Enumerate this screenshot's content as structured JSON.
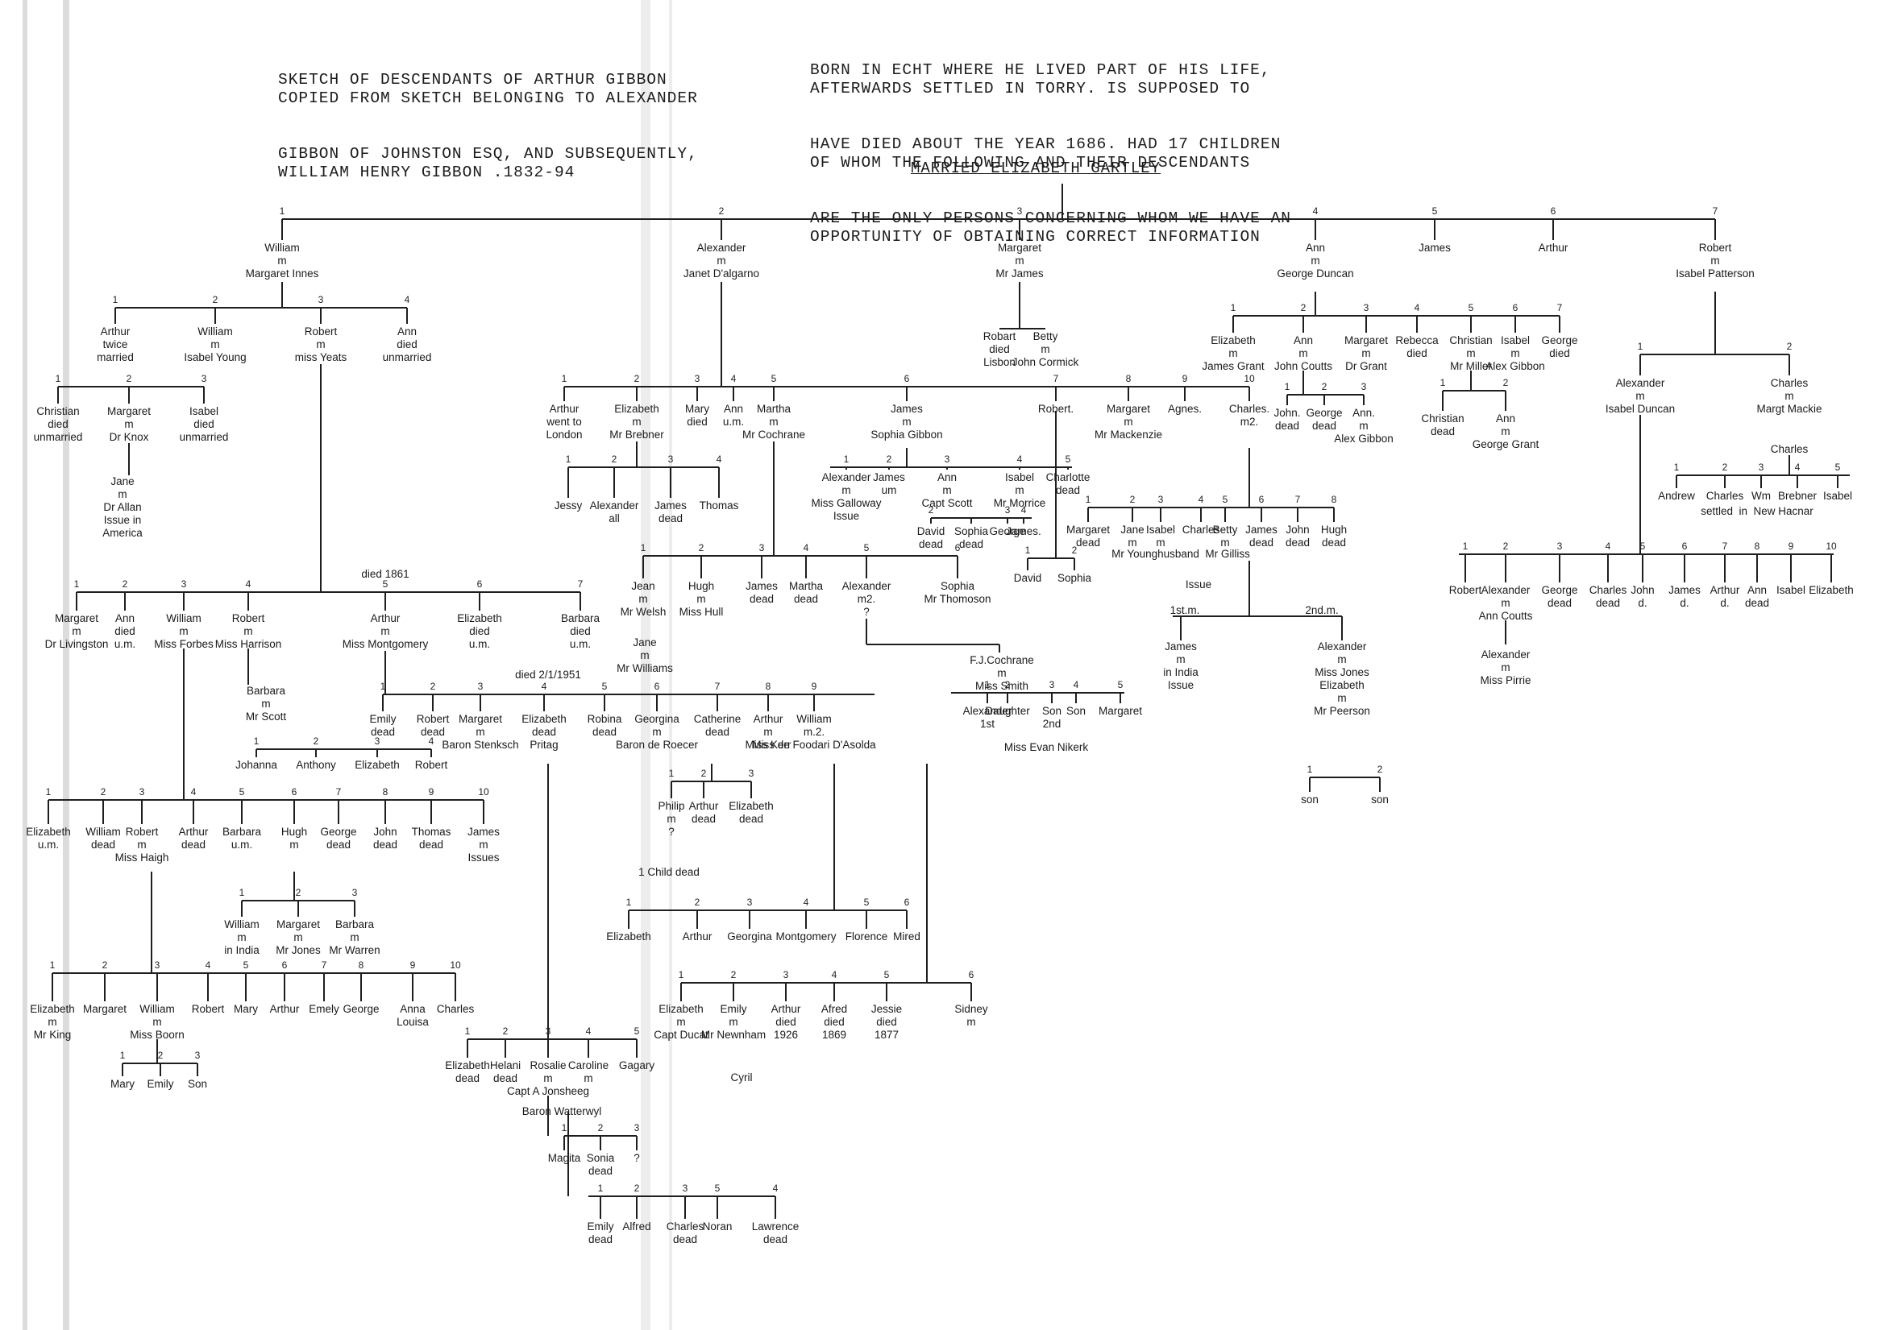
{
  "header": {
    "left_lines": [
      "SKETCH OF DESCENDANTS OF ARTHUR GIBBON",
      "COPIED FROM SKETCH BELONGING TO ALEXANDER",
      "GIBBON OF JOHNSTON ESQ, AND SUBSEQUENTLY,",
      "WILLIAM HENRY GIBBON .1832-94"
    ],
    "right_lines": [
      "BORN IN ECHT WHERE HE LIVED PART OF HIS LIFE,",
      "AFTERWARDS SETTLED IN TORRY. IS SUPPOSED TO",
      "HAVE DIED ABOUT THE YEAR 1686. HAD 17 CHILDREN",
      "OF WHOM THE FOLLOWING AND THEIR DESCENDANTS",
      "ARE THE ONLY PERSONS CONCERNING WHOM WE HAVE AN",
      "OPPORTUNITY OF OBTAINING CORRECT INFORMATION"
    ],
    "married": "MARRIED ELIZABETH GARTLEY"
  },
  "root_children": [
    {
      "num": "1",
      "lines": [
        "William",
        "m",
        "Margaret Innes"
      ]
    },
    {
      "num": "2",
      "lines": [
        "Alexander",
        "m",
        "Janet D'algarno"
      ]
    },
    {
      "num": "3",
      "lines": [
        "Margaret",
        "m",
        "Mr James"
      ]
    },
    {
      "num": "4",
      "lines": [
        "Ann",
        "m",
        "George Duncan"
      ]
    },
    {
      "num": "5",
      "lines": [
        "James"
      ]
    },
    {
      "num": "6",
      "lines": [
        "Arthur"
      ]
    },
    {
      "num": "7",
      "lines": [
        "Robert",
        "m",
        "Isabel Patterson"
      ]
    }
  ],
  "william_children": [
    {
      "num": "1",
      "lines": [
        "Arthur",
        "twice",
        "married"
      ]
    },
    {
      "num": "2",
      "lines": [
        "William",
        "m",
        "Isabel Young"
      ]
    },
    {
      "num": "3",
      "lines": [
        "Robert",
        "m",
        "miss Yeats"
      ]
    },
    {
      "num": "4",
      "lines": [
        "Ann",
        "died",
        "unmarried"
      ]
    }
  ],
  "arthur_children": [
    {
      "num": "1",
      "lines": [
        "Christian",
        "died",
        "unmarried"
      ]
    },
    {
      "num": "2",
      "lines": [
        "Margaret",
        "m",
        "Dr Knox"
      ]
    },
    {
      "num": "3",
      "lines": [
        "Isabel",
        "died",
        "unmarried"
      ]
    }
  ],
  "knox_line": [
    "Jane",
    "m",
    "Dr Allan",
    "Issue in",
    "America"
  ],
  "robert_children": [
    {
      "num": "1",
      "lines": [
        "Margaret",
        "m",
        "Dr Livingston"
      ]
    },
    {
      "num": "2",
      "lines": [
        "Ann",
        "died",
        "u.m."
      ]
    },
    {
      "num": "3",
      "lines": [
        "William",
        "m",
        "Miss Forbes"
      ]
    },
    {
      "num": "4",
      "lines": [
        "Robert",
        "m",
        "Miss Harrison"
      ]
    },
    {
      "num": "5",
      "lines": [
        "Arthur",
        "m",
        "Miss Montgomery"
      ]
    },
    {
      "num": "6",
      "lines": [
        "Elizabeth",
        "died",
        "u.m."
      ]
    },
    {
      "num": "7",
      "lines": [
        "Barbara",
        "died",
        "u.m."
      ]
    }
  ],
  "arthur_died": "died 1861",
  "harrison_line": [
    "Barbara",
    "m",
    "Mr Scott"
  ],
  "scott_children": [
    {
      "num": "1",
      "lines": [
        "Johanna"
      ]
    },
    {
      "num": "2",
      "lines": [
        "Anthony"
      ]
    },
    {
      "num": "3",
      "lines": [
        "Elizabeth"
      ]
    },
    {
      "num": "4",
      "lines": [
        "Robert"
      ]
    }
  ],
  "forbes_children": [
    {
      "num": "1",
      "lines": [
        "Elizabeth",
        "u.m."
      ]
    },
    {
      "num": "2",
      "lines": [
        "William",
        "dead"
      ]
    },
    {
      "num": "3",
      "lines": [
        "Robert",
        "m",
        "Miss Haigh"
      ]
    },
    {
      "num": "4",
      "lines": [
        "Arthur",
        "dead"
      ]
    },
    {
      "num": "5",
      "lines": [
        "Barbara",
        "u.m."
      ]
    },
    {
      "num": "6",
      "lines": [
        "Hugh",
        "m"
      ]
    },
    {
      "num": "7",
      "lines": [
        "George",
        "dead"
      ]
    },
    {
      "num": "8",
      "lines": [
        "John",
        "dead"
      ]
    },
    {
      "num": "9",
      "lines": [
        "Thomas",
        "dead"
      ]
    },
    {
      "num": "10",
      "lines": [
        "James",
        "m",
        "",
        "Issues"
      ]
    }
  ],
  "hugh_children": [
    {
      "num": "1",
      "lines": [
        "William",
        "m",
        "in India"
      ]
    },
    {
      "num": "2",
      "lines": [
        "Margaret",
        "m",
        "Mr Jones"
      ]
    },
    {
      "num": "3",
      "lines": [
        "Barbara",
        "m",
        "Mr Warren"
      ]
    }
  ],
  "haigh_children": [
    {
      "num": "1",
      "lines": [
        "Elizabeth",
        "m",
        "Mr King"
      ]
    },
    {
      "num": "2",
      "lines": [
        "Margaret"
      ]
    },
    {
      "num": "3",
      "lines": [
        "William",
        "m",
        "Miss Boorn"
      ]
    },
    {
      "num": "4",
      "lines": [
        "Robert"
      ]
    },
    {
      "num": "5",
      "lines": [
        "Mary"
      ]
    },
    {
      "num": "6",
      "lines": [
        "Arthur"
      ]
    },
    {
      "num": "7",
      "lines": [
        "Emely"
      ]
    },
    {
      "num": "8",
      "lines": [
        "George"
      ]
    },
    {
      "num": "9",
      "lines": [
        "Anna",
        "Louisa"
      ]
    },
    {
      "num": "10",
      "lines": [
        "Charles"
      ]
    }
  ],
  "boorn_children": [
    {
      "num": "1",
      "lines": [
        "Mary"
      ]
    },
    {
      "num": "2",
      "lines": [
        "Emily"
      ]
    },
    {
      "num": "3",
      "lines": [
        "Son"
      ]
    }
  ],
  "montgomery_children": [
    {
      "num": "1",
      "lines": [
        "Emily",
        "dead"
      ]
    },
    {
      "num": "2",
      "lines": [
        "Robert",
        "dead"
      ]
    },
    {
      "num": "3",
      "lines": [
        "Margaret",
        "m",
        "Baron Stenksch"
      ]
    },
    {
      "num": "4",
      "lines": [
        "Elizabeth",
        "dead",
        "Pritag"
      ]
    },
    {
      "num": "5",
      "lines": [
        "Robina",
        "dead"
      ]
    },
    {
      "num": "6",
      "lines": [
        "Georgina",
        "m",
        "Baron de Roecer"
      ]
    },
    {
      "num": "7",
      "lines": [
        "Catherine",
        "dead"
      ]
    },
    {
      "num": "8",
      "lines": [
        "Arthur",
        "m",
        "Miss Kerr"
      ]
    },
    {
      "num": "9",
      "lines": [
        "William",
        "m.2.",
        "Miss de Foodari D'Asolda"
      ]
    }
  ],
  "montgomery_died": "died 2/1/1951",
  "evan_label": "Miss Evan Nikerk",
  "roecer_children": [
    {
      "num": "1",
      "lines": [
        "Philip",
        "m",
        "?"
      ]
    },
    {
      "num": "2",
      "lines": [
        "Arthur",
        "dead"
      ]
    },
    {
      "num": "3",
      "lines": [
        "Elizabeth",
        "dead"
      ]
    }
  ],
  "one_child_dead": "1 Child dead",
  "kerr_children": [
    {
      "num": "1",
      "lines": [
        "Elizabeth"
      ]
    },
    {
      "num": "2",
      "lines": [
        "Arthur"
      ]
    },
    {
      "num": "3",
      "lines": [
        "Georgina"
      ]
    },
    {
      "num": "4",
      "lines": [
        "Montgomery"
      ]
    },
    {
      "num": "5",
      "lines": [
        "Florence"
      ]
    },
    {
      "num": "6",
      "lines": [
        "Mired"
      ]
    }
  ],
  "dasolda_children": [
    {
      "num": "1",
      "lines": [
        "Elizabeth",
        "m",
        "Capt Ducat"
      ]
    },
    {
      "num": "2",
      "lines": [
        "Emily",
        "m",
        "Mr Newnham"
      ]
    },
    {
      "num": "3",
      "lines": [
        "Arthur",
        "died",
        "1926"
      ]
    },
    {
      "num": "4",
      "lines": [
        "Afred",
        "died",
        "1869"
      ]
    },
    {
      "num": "5",
      "lines": [
        "Jessie",
        "died",
        "1877"
      ]
    },
    {
      "num": "6",
      "lines": [
        "Sidney",
        "m"
      ]
    }
  ],
  "cyril_label": "Cyril",
  "stenksch_children": [
    {
      "num": "1",
      "lines": [
        "Elizabeth",
        "dead"
      ]
    },
    {
      "num": "2",
      "lines": [
        "Helani",
        "dead"
      ]
    },
    {
      "num": "3",
      "lines": [
        "Rosalie",
        "m",
        "Capt A Jonsheeg"
      ]
    },
    {
      "num": "4",
      "lines": [
        "Caroline",
        "m"
      ]
    },
    {
      "num": "5",
      "lines": [
        "Gagary"
      ]
    }
  ],
  "watterwyl_label": "Baron Watterwyl",
  "jonsheeg_children": [
    {
      "num": "1",
      "lines": [
        "Magita"
      ]
    },
    {
      "num": "2",
      "lines": [
        "Sonia",
        "dead"
      ]
    },
    {
      "num": "3",
      "lines": [
        "?"
      ]
    }
  ],
  "watterwyl_children": [
    {
      "num": "1",
      "lines": [
        "Emily",
        "dead"
      ]
    },
    {
      "num": "2",
      "lines": [
        "Alfred"
      ]
    },
    {
      "num": "3",
      "lines": [
        "Charles",
        "dead"
      ]
    },
    {
      "num": "5",
      "lines": [
        "Noran"
      ]
    },
    {
      "num": "4",
      "lines": [
        "Lawrence",
        "dead"
      ]
    }
  ],
  "william_young_label": "William m Isabel Young",
  "alexander_children": [
    {
      "num": "1",
      "lines": [
        "Arthur",
        "went to",
        "London"
      ]
    },
    {
      "num": "2",
      "lines": [
        "Elizabeth",
        "m",
        "Mr Brebner"
      ]
    },
    {
      "num": "3",
      "lines": [
        "Mary",
        "died"
      ]
    },
    {
      "num": "4",
      "lines": [
        "Ann",
        "u.m."
      ]
    },
    {
      "num": "5",
      "lines": [
        "Martha",
        "m",
        "Mr Cochrane"
      ]
    },
    {
      "num": "6",
      "lines": [
        "James",
        "m",
        "Sophia Gibbon"
      ]
    },
    {
      "num": "7",
      "lines": [
        "Robert."
      ]
    },
    {
      "num": "8",
      "lines": [
        "Margaret",
        "m",
        "Mr Mackenzie"
      ]
    },
    {
      "num": "9",
      "lines": [
        "Agnes."
      ]
    },
    {
      "num": "10",
      "lines": [
        "Charles.",
        "m2."
      ]
    }
  ],
  "brebner_children": [
    {
      "num": "1",
      "lines": [
        "Jessy"
      ]
    },
    {
      "num": "2",
      "lines": [
        "Alexander",
        "all"
      ]
    },
    {
      "num": "3",
      "lines": [
        "James",
        "dead"
      ]
    },
    {
      "num": "4",
      "lines": [
        "Thomas"
      ]
    }
  ],
  "sophia_children": [
    {
      "num": "1",
      "lines": [
        "Alexander",
        "m",
        "Miss Galloway",
        "",
        "Issue"
      ]
    },
    {
      "num": "2",
      "lines": [
        "James",
        "um"
      ]
    },
    {
      "num": "3",
      "lines": [
        "Ann",
        "m",
        "Capt Scott"
      ]
    },
    {
      "num": "4",
      "lines": [
        "Isabel",
        "m",
        "Mr Morrice"
      ]
    },
    {
      "num": "5",
      "lines": [
        "Charlotte",
        "dead"
      ]
    }
  ],
  "scott_family": [
    {
      "num": "2",
      "lines": [
        "David",
        "dead"
      ]
    },
    {
      "num": "",
      "lines": [
        "Sophia",
        "dead"
      ]
    },
    {
      "num": "3",
      "lines": [
        "George"
      ]
    },
    {
      "num": "4",
      "lines": [
        "James."
      ]
    }
  ],
  "cochrane_children": [
    {
      "num": "1",
      "lines": [
        "Jean",
        "m",
        "Mr Welsh"
      ]
    },
    {
      "num": "2",
      "lines": [
        "Hugh",
        "m",
        "Miss Hull"
      ]
    },
    {
      "num": "3",
      "lines": [
        "James",
        "dead"
      ]
    },
    {
      "num": "4",
      "lines": [
        "Martha",
        "dead"
      ]
    },
    {
      "num": "5",
      "lines": [
        "Alexander",
        "m2.",
        "?"
      ]
    },
    {
      "num": "6",
      "lines": [
        "Sophia",
        "",
        "Mr Thomoson"
      ]
    }
  ],
  "welsh_line": [
    "Jane",
    "m",
    "Mr Williams"
  ],
  "cochrane_line": [
    "F.J.Cochrane",
    "m",
    "Miss Smith"
  ],
  "smith_children": [
    {
      "num": "1",
      "lines": [
        "Alexander",
        "1st"
      ]
    },
    {
      "num": "2",
      "lines": [
        "Daughter"
      ]
    },
    {
      "num": "3",
      "lines": [
        "Son",
        "2nd"
      ]
    },
    {
      "num": "4",
      "lines": [
        "Son"
      ]
    },
    {
      "num": "5",
      "lines": [
        "Margaret"
      ]
    }
  ],
  "mackenzie_children": [
    {
      "num": "1",
      "lines": [
        "David"
      ]
    },
    {
      "num": "2",
      "lines": [
        "Sophia"
      ]
    }
  ],
  "charles_children": [
    {
      "num": "1",
      "lines": [
        "Margaret",
        "dead"
      ]
    },
    {
      "num": "2",
      "lines": [
        "Jane",
        "m"
      ]
    },
    {
      "num": "3",
      "lines": [
        "Isabel",
        "m"
      ]
    },
    {
      "num": "4",
      "lines": [
        "Charles"
      ]
    },
    {
      "num": "5",
      "lines": [
        "Betty",
        "m"
      ]
    },
    {
      "num": "6",
      "lines": [
        "James",
        "dead"
      ]
    },
    {
      "num": "7",
      "lines": [
        "John",
        "dead"
      ]
    },
    {
      "num": "8",
      "lines": [
        "Hugh",
        "dead"
      ]
    }
  ],
  "younghusband_label": "Mr Younghusband  Mr Gilliss",
  "issue_label": "Issue",
  "first_m": "1st.m.",
  "second_m": "2nd.m.",
  "india_line": [
    "James",
    "m",
    "in India",
    "",
    "Issue"
  ],
  "jones_line": [
    "Alexander",
    "m",
    "Miss Jones",
    "",
    "Elizabeth",
    "m",
    "Mr Peerson"
  ],
  "peerson_children": [
    {
      "num": "1",
      "lines": [
        "son"
      ]
    },
    {
      "num": "2",
      "lines": [
        "son"
      ]
    }
  ],
  "margaret_children": [
    {
      "num": "",
      "lines": [
        "Robart",
        "died",
        "Lisbon"
      ]
    },
    {
      "num": "",
      "lines": [
        "Betty",
        "m",
        "John Cormick"
      ]
    }
  ],
  "duncan_children": [
    {
      "num": "1",
      "lines": [
        "Elizabeth",
        "m",
        "James Grant"
      ]
    },
    {
      "num": "2",
      "lines": [
        "Ann",
        "m",
        "John Coutts"
      ]
    },
    {
      "num": "3",
      "lines": [
        "Margaret",
        "m",
        "Dr Grant"
      ]
    },
    {
      "num": "4",
      "lines": [
        "Rebecca",
        "died"
      ]
    },
    {
      "num": "5",
      "lines": [
        "Christian",
        "m",
        "Mr Miller"
      ]
    },
    {
      "num": "6",
      "lines": [
        "Isabel",
        "m",
        "Alex Gibbon"
      ]
    },
    {
      "num": "7",
      "lines": [
        "George",
        "died"
      ]
    }
  ],
  "coutts_children": [
    {
      "num": "1",
      "lines": [
        "John.",
        "dead"
      ]
    },
    {
      "num": "2",
      "lines": [
        "George",
        "dead"
      ]
    },
    {
      "num": "3",
      "lines": [
        "Ann.",
        "m",
        "Alex Gibbon"
      ]
    }
  ],
  "miller_children": [
    {
      "num": "1",
      "lines": [
        "Christian",
        "dead"
      ]
    },
    {
      "num": "2",
      "lines": [
        "Ann",
        "m",
        "George Grant"
      ]
    }
  ],
  "patterson_children": [
    {
      "num": "1",
      "lines": [
        "Alexander",
        "m",
        "Isabel Duncan"
      ]
    },
    {
      "num": "2",
      "lines": [
        "Charles",
        "m",
        "Margt Mackie"
      ]
    }
  ],
  "mackie_line": [
    "Charles"
  ],
  "mackie_children": [
    {
      "num": "1",
      "lines": [
        "Andrew"
      ]
    },
    {
      "num": "2",
      "lines": [
        "Charles"
      ]
    },
    {
      "num": "3",
      "lines": [
        "Wm"
      ]
    },
    {
      "num": "4",
      "lines": [
        "Brebner"
      ]
    },
    {
      "num": "5",
      "lines": [
        "Isabel"
      ]
    }
  ],
  "mackie_note": "settled  in  New Hacnar",
  "isabel_duncan_children": [
    {
      "num": "1",
      "lines": [
        "Robert"
      ]
    },
    {
      "num": "2",
      "lines": [
        "Alexander",
        "m",
        "Ann Coutts"
      ]
    },
    {
      "num": "3",
      "lines": [
        "George",
        "dead"
      ]
    },
    {
      "num": "4",
      "lines": [
        "Charles",
        "dead"
      ]
    },
    {
      "num": "5",
      "lines": [
        "John",
        "d."
      ]
    },
    {
      "num": "6",
      "lines": [
        "James",
        "d."
      ]
    },
    {
      "num": "7",
      "lines": [
        "Arthur",
        "d."
      ]
    },
    {
      "num": "8",
      "lines": [
        "Ann",
        "dead"
      ]
    },
    {
      "num": "9",
      "lines": [
        "Isabel"
      ]
    },
    {
      "num": "10",
      "lines": [
        "Elizabeth"
      ]
    }
  ],
  "pirrie_line": [
    "Alexander",
    "m",
    "Miss Pirrie"
  ]
}
